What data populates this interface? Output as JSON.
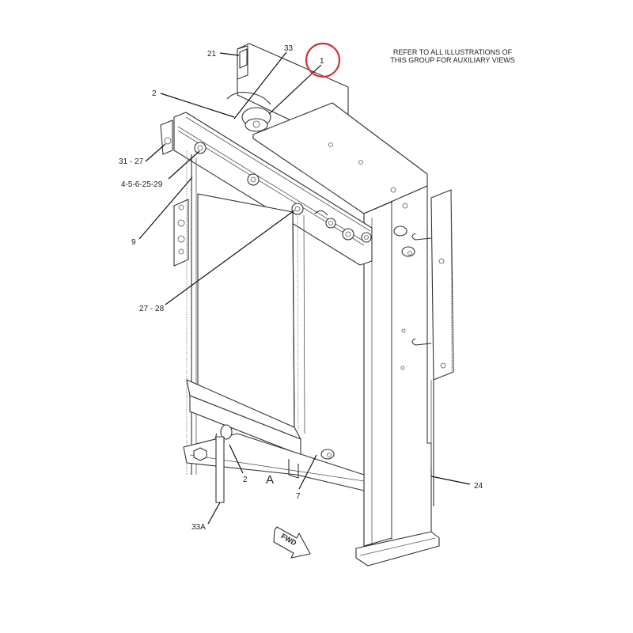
{
  "note": {
    "line1": "REFER TO ALL ILLUSTRATIONS OF",
    "line2": "THIS GROUP FOR AUXILIARY VIEWS"
  },
  "highlight": {
    "label": "1",
    "color": "#d32f2f"
  },
  "callouts": [
    {
      "id": "21",
      "label": "21"
    },
    {
      "id": "33",
      "label": "33"
    },
    {
      "id": "1",
      "label": "1"
    },
    {
      "id": "2-top",
      "label": "2"
    },
    {
      "id": "31-27",
      "label": "31 - 27"
    },
    {
      "id": "4-5-6-25-29",
      "label": "4-5-6-25-29"
    },
    {
      "id": "9",
      "label": "9"
    },
    {
      "id": "27-28",
      "label": "27 - 28"
    },
    {
      "id": "2-bottom",
      "label": "2"
    },
    {
      "id": "7",
      "label": "7"
    },
    {
      "id": "33A",
      "label": "33A"
    },
    {
      "id": "24",
      "label": "24"
    }
  ],
  "view_label": "A",
  "direction": {
    "label": "FWD"
  }
}
